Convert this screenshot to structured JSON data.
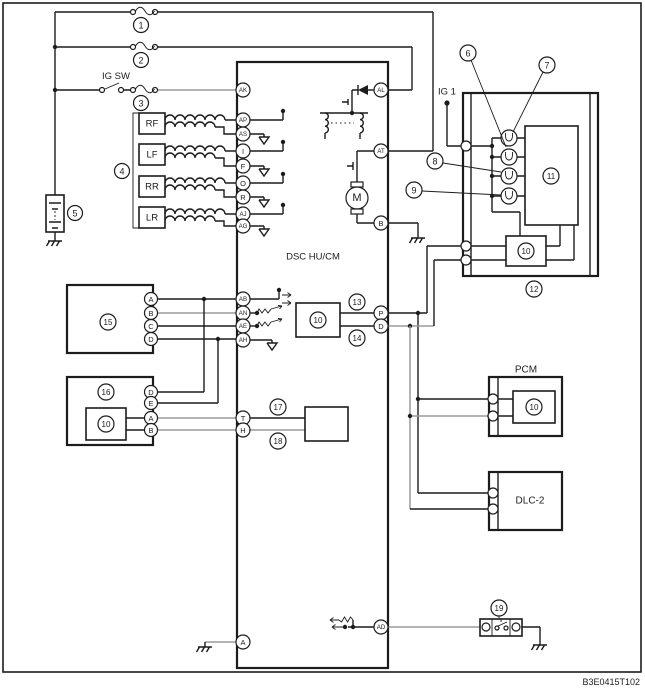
{
  "title": "DSC HU/CM",
  "caption": "B3E0415T102",
  "labels": {
    "ig_sw": "IG SW",
    "ig1": "IG 1",
    "pcm": "PCM",
    "dlc2": "DLC-2",
    "motor": "M"
  },
  "sensors": {
    "rf": "RF",
    "lf": "LF",
    "rr": "RR",
    "lr": "LR"
  },
  "callouts": {
    "n1": "1",
    "n2": "2",
    "n3": "3",
    "n4": "4",
    "n5": "5",
    "n6": "6",
    "n7": "7",
    "n8": "8",
    "n9": "9",
    "n10": "10",
    "n11": "11",
    "n12": "12",
    "n13": "13",
    "n14": "14",
    "n15": "15",
    "n16": "16",
    "n17": "17",
    "n18": "18",
    "n19": "19"
  },
  "pins": {
    "AK": "AK",
    "AL": "AL",
    "AP": "AP",
    "AS": "AS",
    "I": "I",
    "F": "F",
    "O": "O",
    "R": "R",
    "AJ": "AJ",
    "AG": "AG",
    "AB": "AB",
    "AN": "AN",
    "AE": "AE",
    "AH": "AH",
    "T": "T",
    "H": "H",
    "A": "A",
    "B": "B",
    "C": "C",
    "D": "D",
    "E": "E",
    "P": "P",
    "AT": "AT",
    "AD": "AD"
  },
  "colors": {
    "line": "#1c1c1c",
    "highlight": "#9a9a9a",
    "background": "#ffffff"
  }
}
